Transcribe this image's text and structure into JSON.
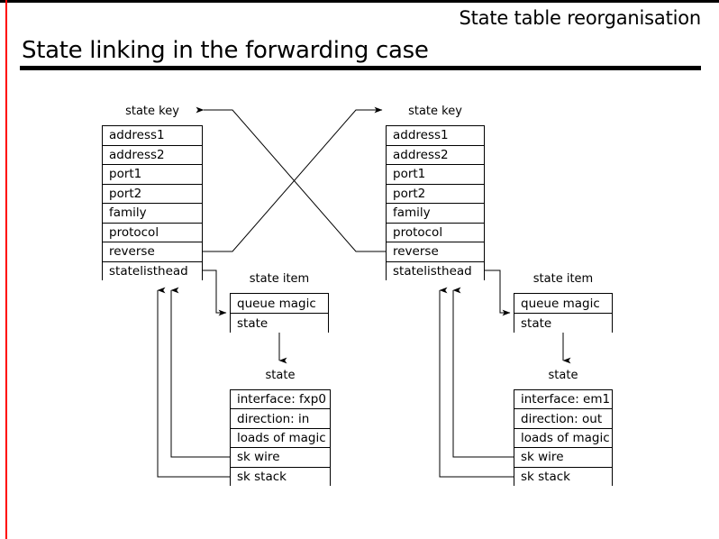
{
  "header": {
    "section_label": "State table reorganisation",
    "title": "State linking in the forwarding case"
  },
  "colors": {
    "accent_rule": "#ff0000",
    "line": "#000000",
    "background": "#ffffff"
  },
  "diagram": {
    "state_key_left": {
      "caption": "state key",
      "rows": [
        "address1",
        "address2",
        "port1",
        "port2",
        "family",
        "protocol",
        "reverse",
        "statelisthead"
      ]
    },
    "state_key_right": {
      "caption": "state key",
      "rows": [
        "address1",
        "address2",
        "port1",
        "port2",
        "family",
        "protocol",
        "reverse",
        "statelisthead"
      ]
    },
    "state_item_left": {
      "caption": "state item",
      "rows": [
        "queue magic",
        "state"
      ]
    },
    "state_item_right": {
      "caption": "state item",
      "rows": [
        "queue magic",
        "state"
      ]
    },
    "state_left": {
      "caption": "state",
      "rows": [
        "interface: fxp0",
        "direction: in",
        "loads of magic",
        "sk wire",
        "sk stack"
      ]
    },
    "state_right": {
      "caption": "state",
      "rows": [
        "interface: em1",
        "direction: out",
        "loads of magic",
        "sk wire",
        "sk stack"
      ]
    }
  }
}
